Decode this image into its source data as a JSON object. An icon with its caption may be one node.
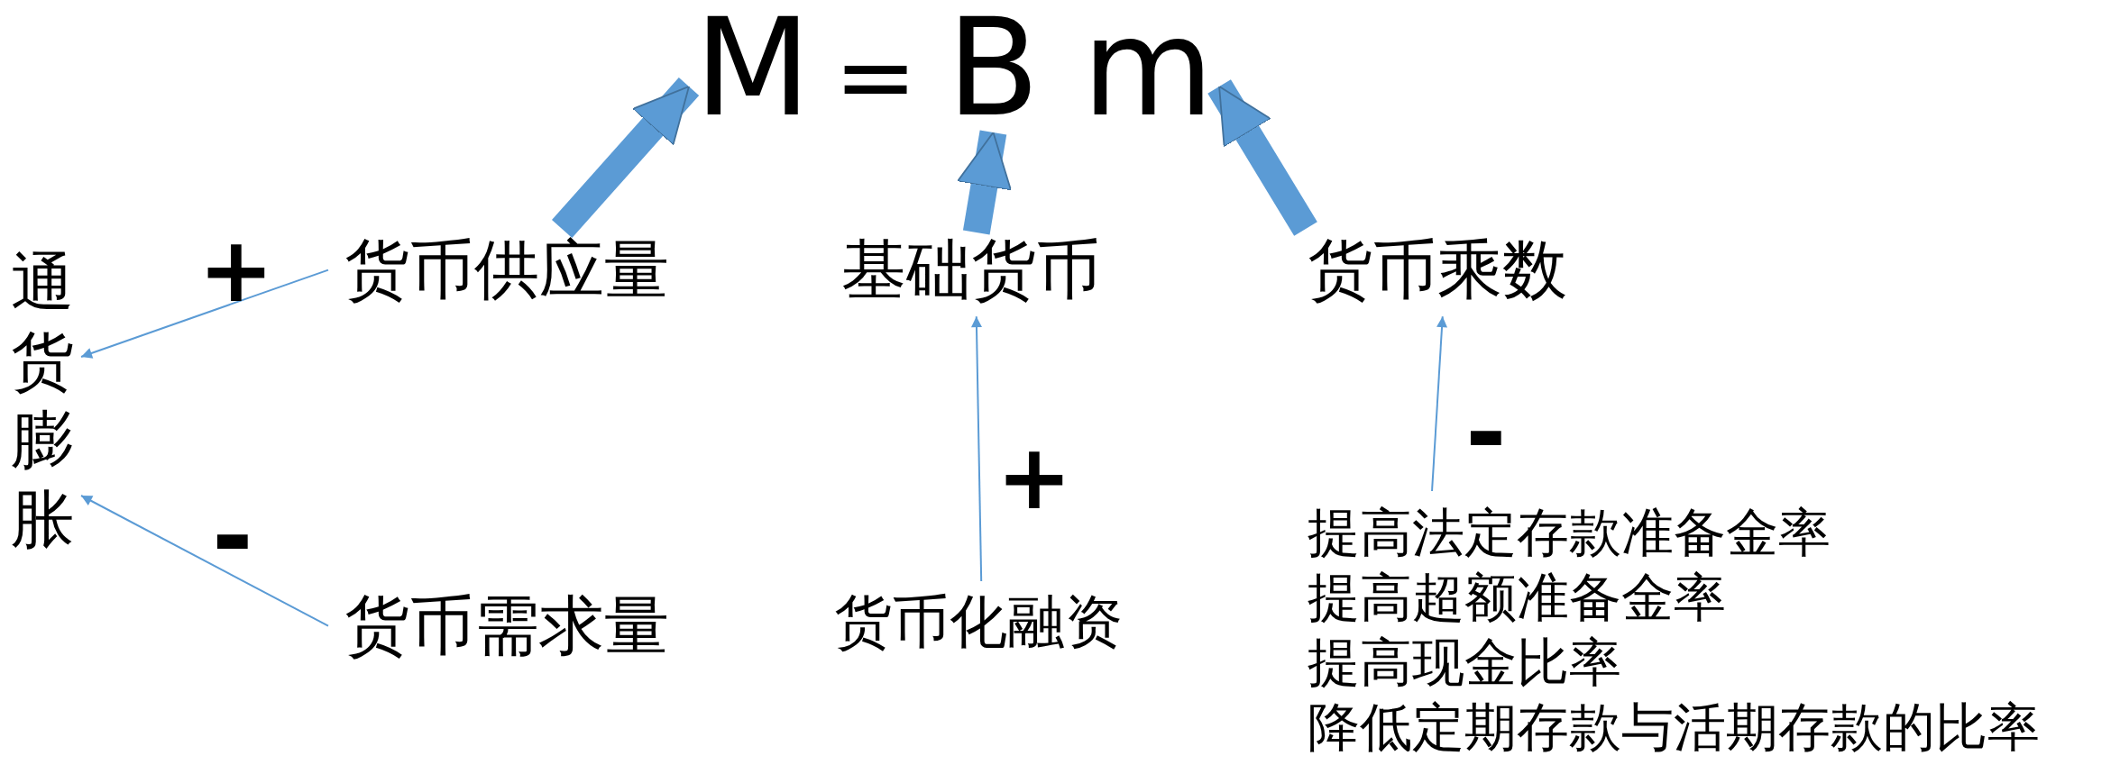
{
  "diagram": {
    "nodes": [
      {
        "text": [
          "M"
        ]
      },
      {
        "text": [
          "B"
        ]
      },
      {
        "text": [
          "m"
        ]
      },
      {
        "text": [
          "通货膨胀"
        ]
      },
      {
        "text": [
          "货币供应量"
        ]
      },
      {
        "text": [
          "基础货币"
        ]
      },
      {
        "text": [
          "货币乘数"
        ]
      },
      {
        "text": [
          "货币需求量"
        ]
      },
      {
        "text": [
          "货币化融资"
        ]
      },
      {
        "text": [
          "提高法定存款准备金率",
          "提高超额准备金率",
          "提高现金比率",
          "降低定期存款与活期存款的比率"
        ]
      }
    ],
    "edges": [
      {
        "from": 4,
        "to": 0,
        "arrow": "to",
        "style": "thick"
      },
      {
        "from": 5,
        "to": 1,
        "arrow": "to",
        "style": "thick"
      },
      {
        "from": 6,
        "to": 2,
        "arrow": "to",
        "style": "thick"
      },
      {
        "from": 4,
        "to": 3,
        "arrow": "to",
        "label": "+"
      },
      {
        "from": 7,
        "to": 3,
        "arrow": "to",
        "label": "-"
      },
      {
        "from": 8,
        "to": 5,
        "arrow": "to",
        "label": "+"
      },
      {
        "from": 9,
        "to": 6,
        "arrow": "to",
        "label": "-"
      }
    ],
    "labels": [
      "="
    ]
  }
}
